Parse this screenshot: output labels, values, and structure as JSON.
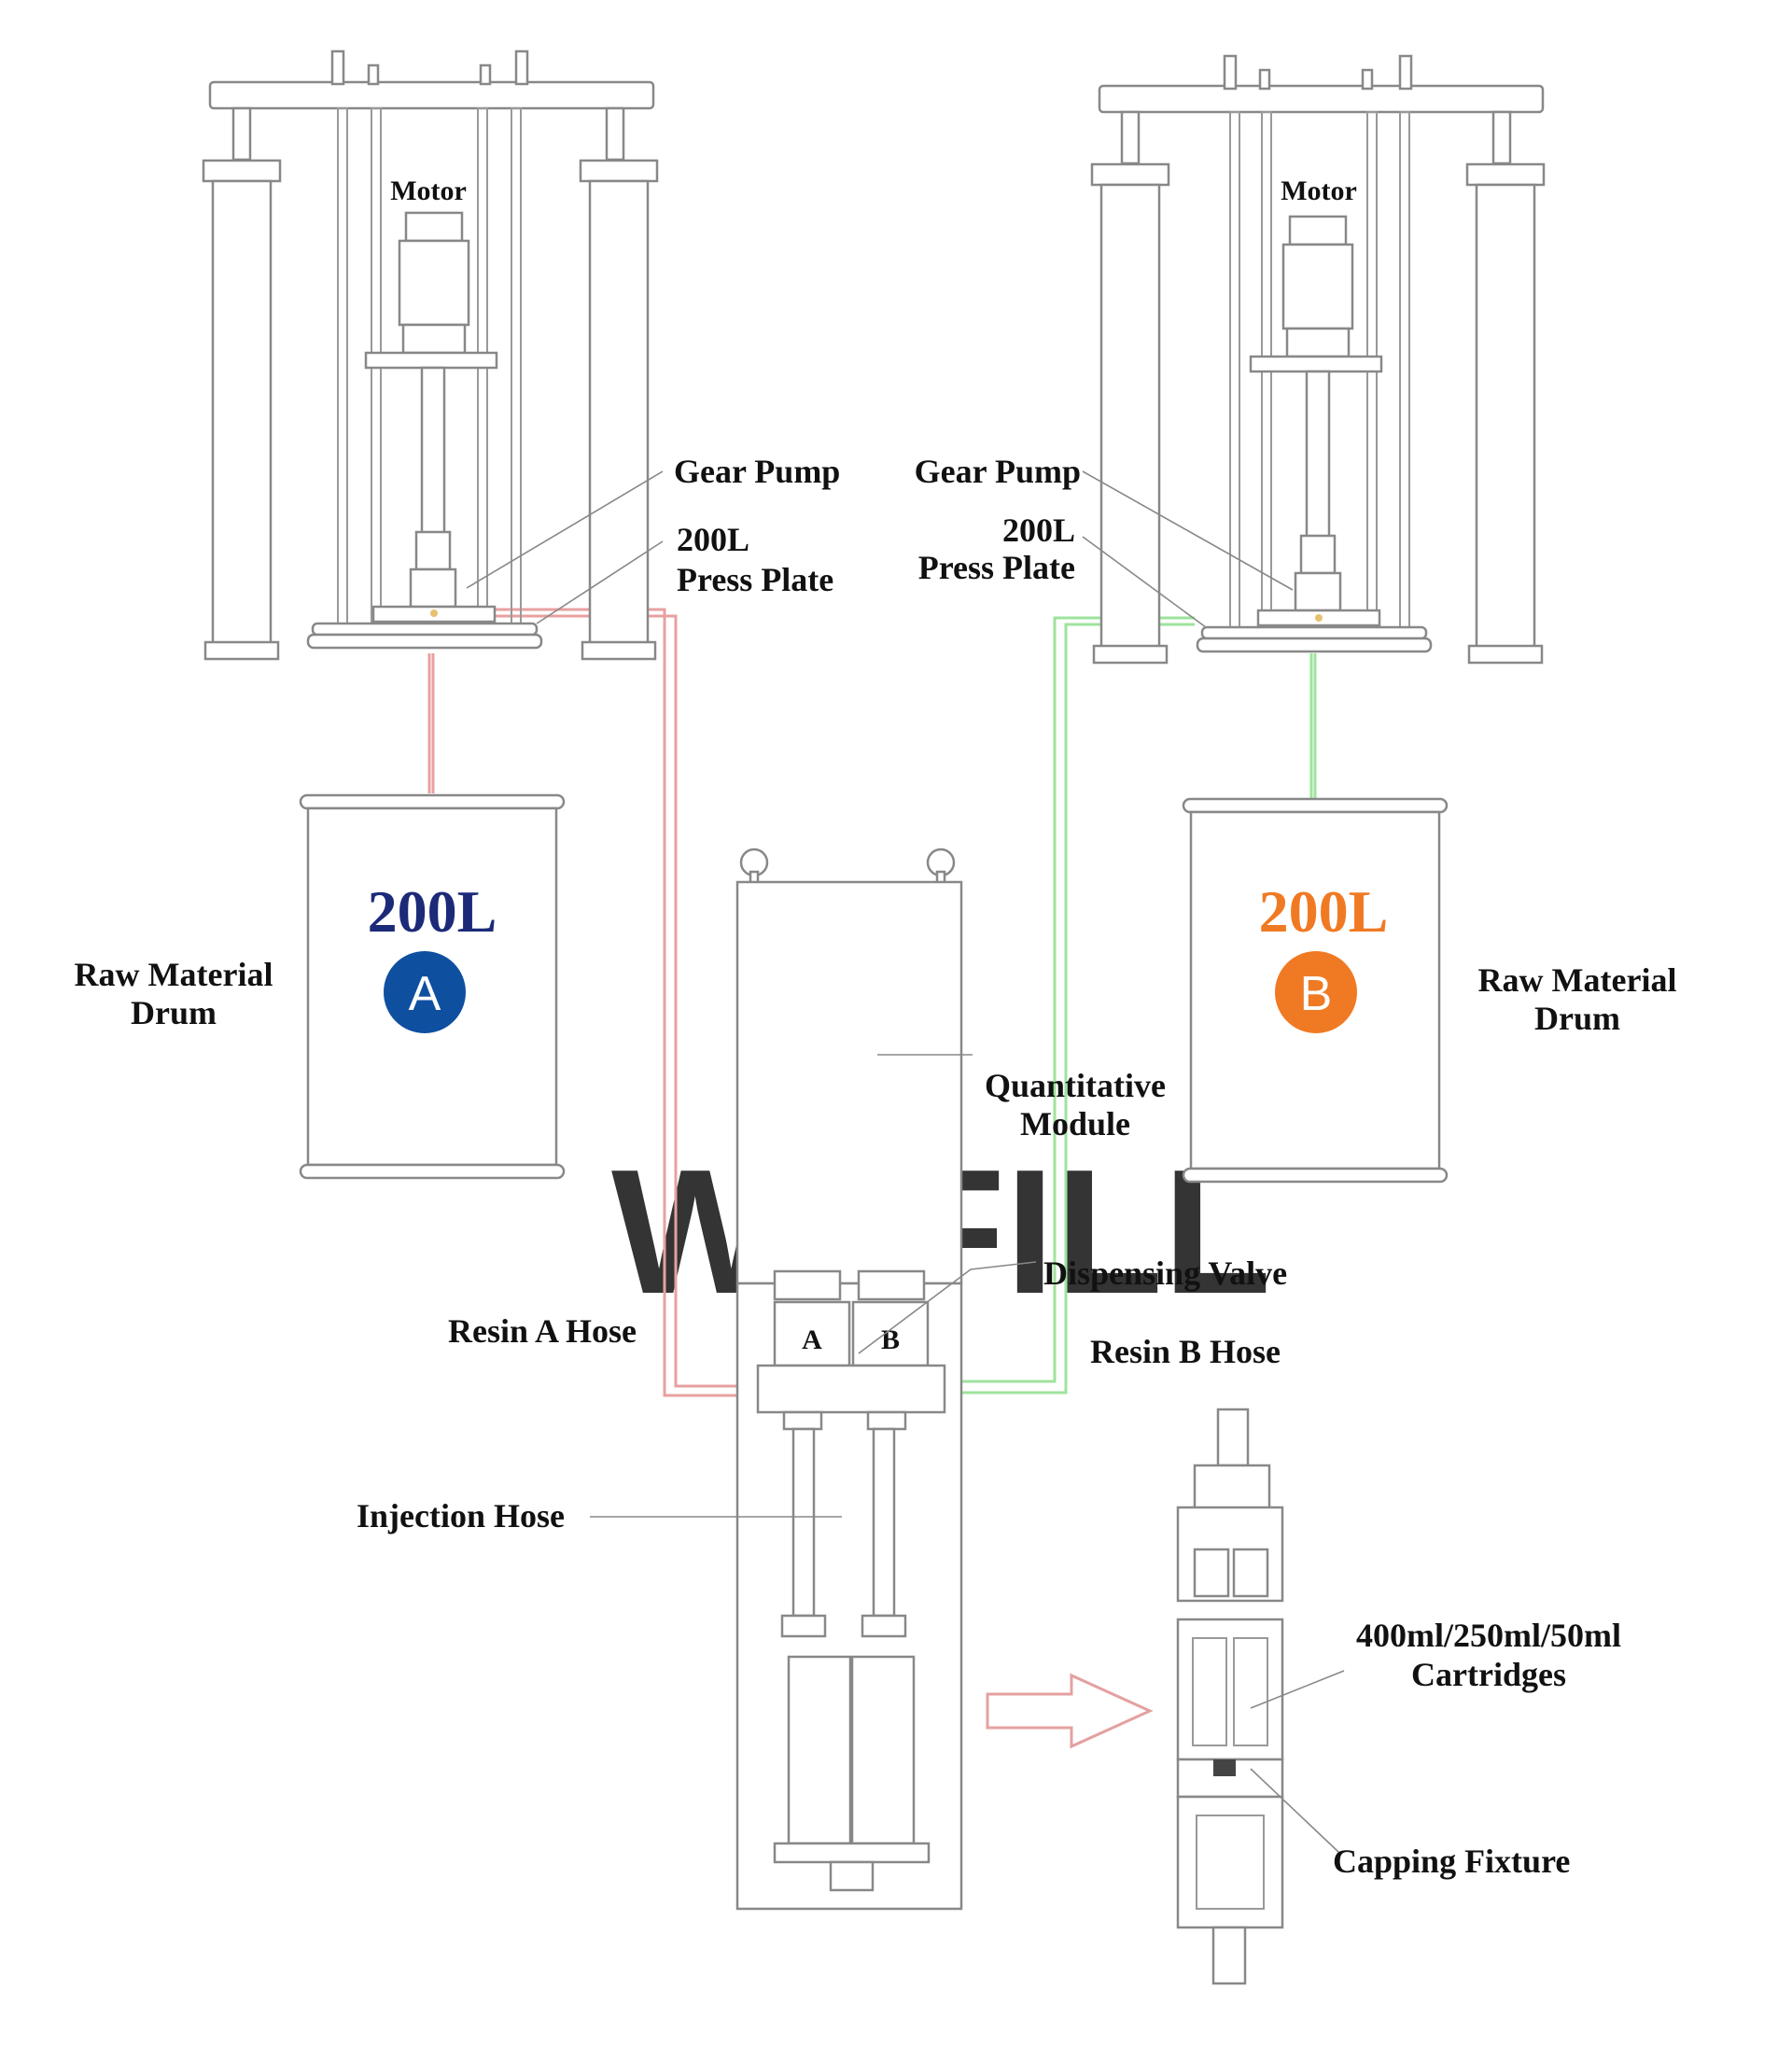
{
  "labels": {
    "motor_left": "Motor",
    "motor_right": "Motor",
    "gear_pump_left": "Gear Pump",
    "gear_pump_right": "Gear Pump",
    "press_plate_left_1": "200L",
    "press_plate_left_2": "Press Plate",
    "press_plate_right_1": "200L",
    "press_plate_right_2": "Press Plate",
    "drum_left_1": "Raw Material",
    "drum_left_2": "Drum",
    "drum_right_1": "Raw Material",
    "drum_right_2": "Drum",
    "drum_a_volume": "200L",
    "drum_b_volume": "200L",
    "drum_a_letter": "A",
    "drum_b_letter": "B",
    "quant_1": "Quantitative",
    "quant_2": "Module",
    "dispensing_valve": "Dispensing Valve",
    "resin_a_hose": "Resin A Hose",
    "resin_b_hose": "Resin B Hose",
    "injection_hose": "Injection Hose",
    "cartridges_1": "400ml/250ml/50ml",
    "cartridges_2": "Cartridges",
    "capping_fixture": "Capping Fixture",
    "valve_a": "A",
    "valve_b": "B",
    "watermark": "WAFILL"
  },
  "colors": {
    "drum_a_text": "#1c2a78",
    "drum_a_circle": "#0e4fa0",
    "drum_b_text": "#f07a23",
    "drum_b_circle": "#f07a23",
    "hose_a": "#e8a0a0",
    "hose_b": "#9ee39e",
    "watermark_blue": "#c9d6ee",
    "watermark_orange": "#f7c9a0"
  }
}
